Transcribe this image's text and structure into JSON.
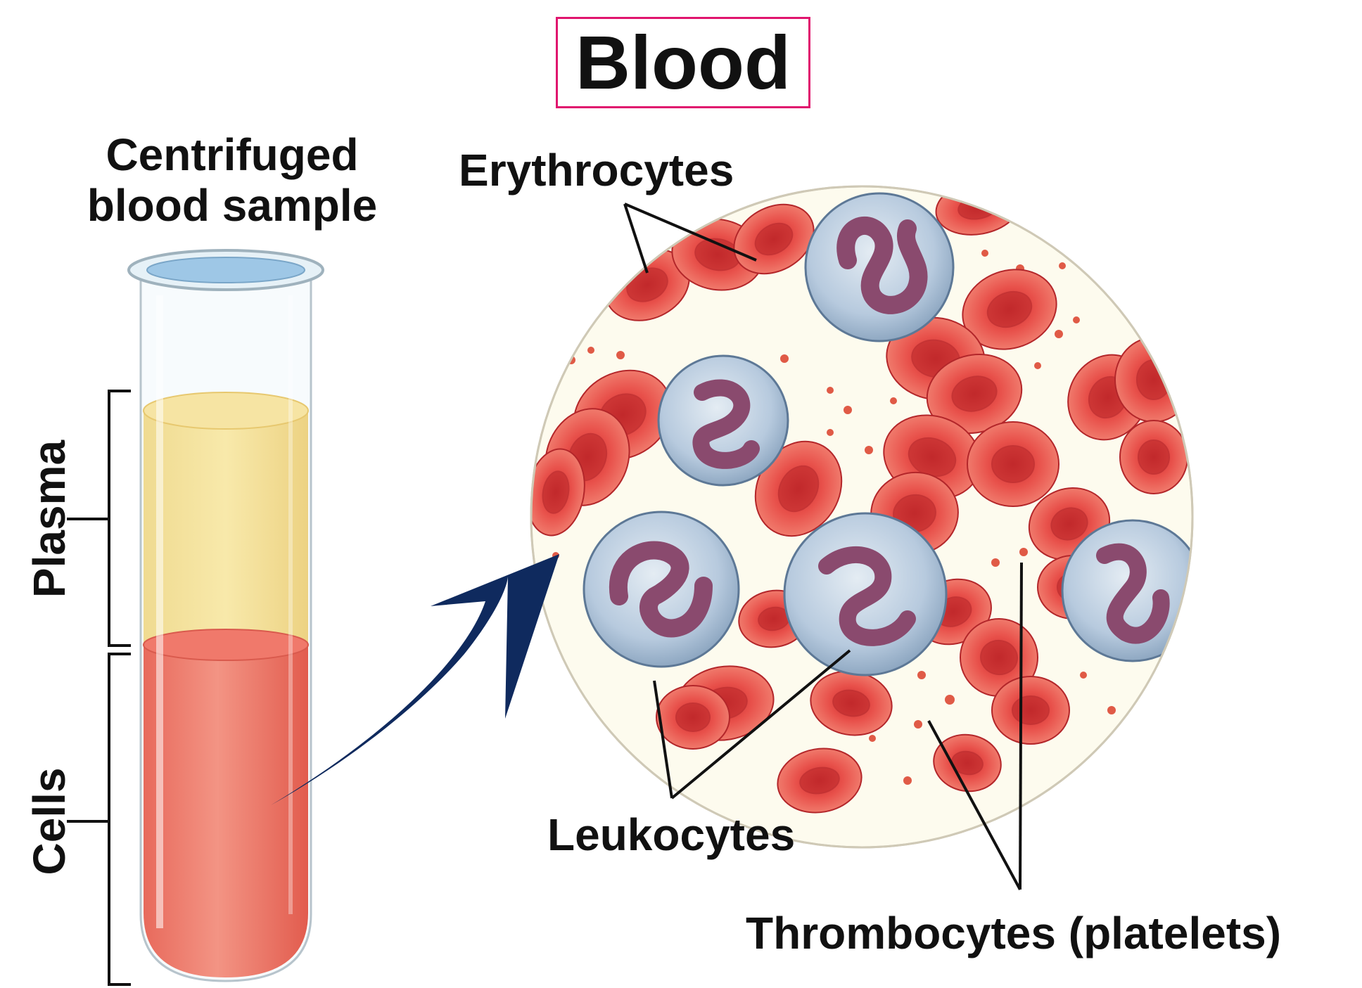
{
  "title": "Blood",
  "sample_label": {
    "line1": "Centrifuged",
    "line2": "blood sample"
  },
  "layers": {
    "plasma": "Plasma",
    "cells": "Cells"
  },
  "callouts": {
    "erythrocytes": "Erythrocytes",
    "leukocytes": "Leukocytes",
    "thrombocytes": "Thrombocytes (platelets)"
  },
  "colors": {
    "title_border": "#e0156e",
    "plasma": "#f5dd8a",
    "cells": "#ec7063",
    "rbc": "#e0403a",
    "wbc": "#a9c2d8",
    "nucleus": "#8a4a6e",
    "arrow": "#0f2a5e"
  }
}
